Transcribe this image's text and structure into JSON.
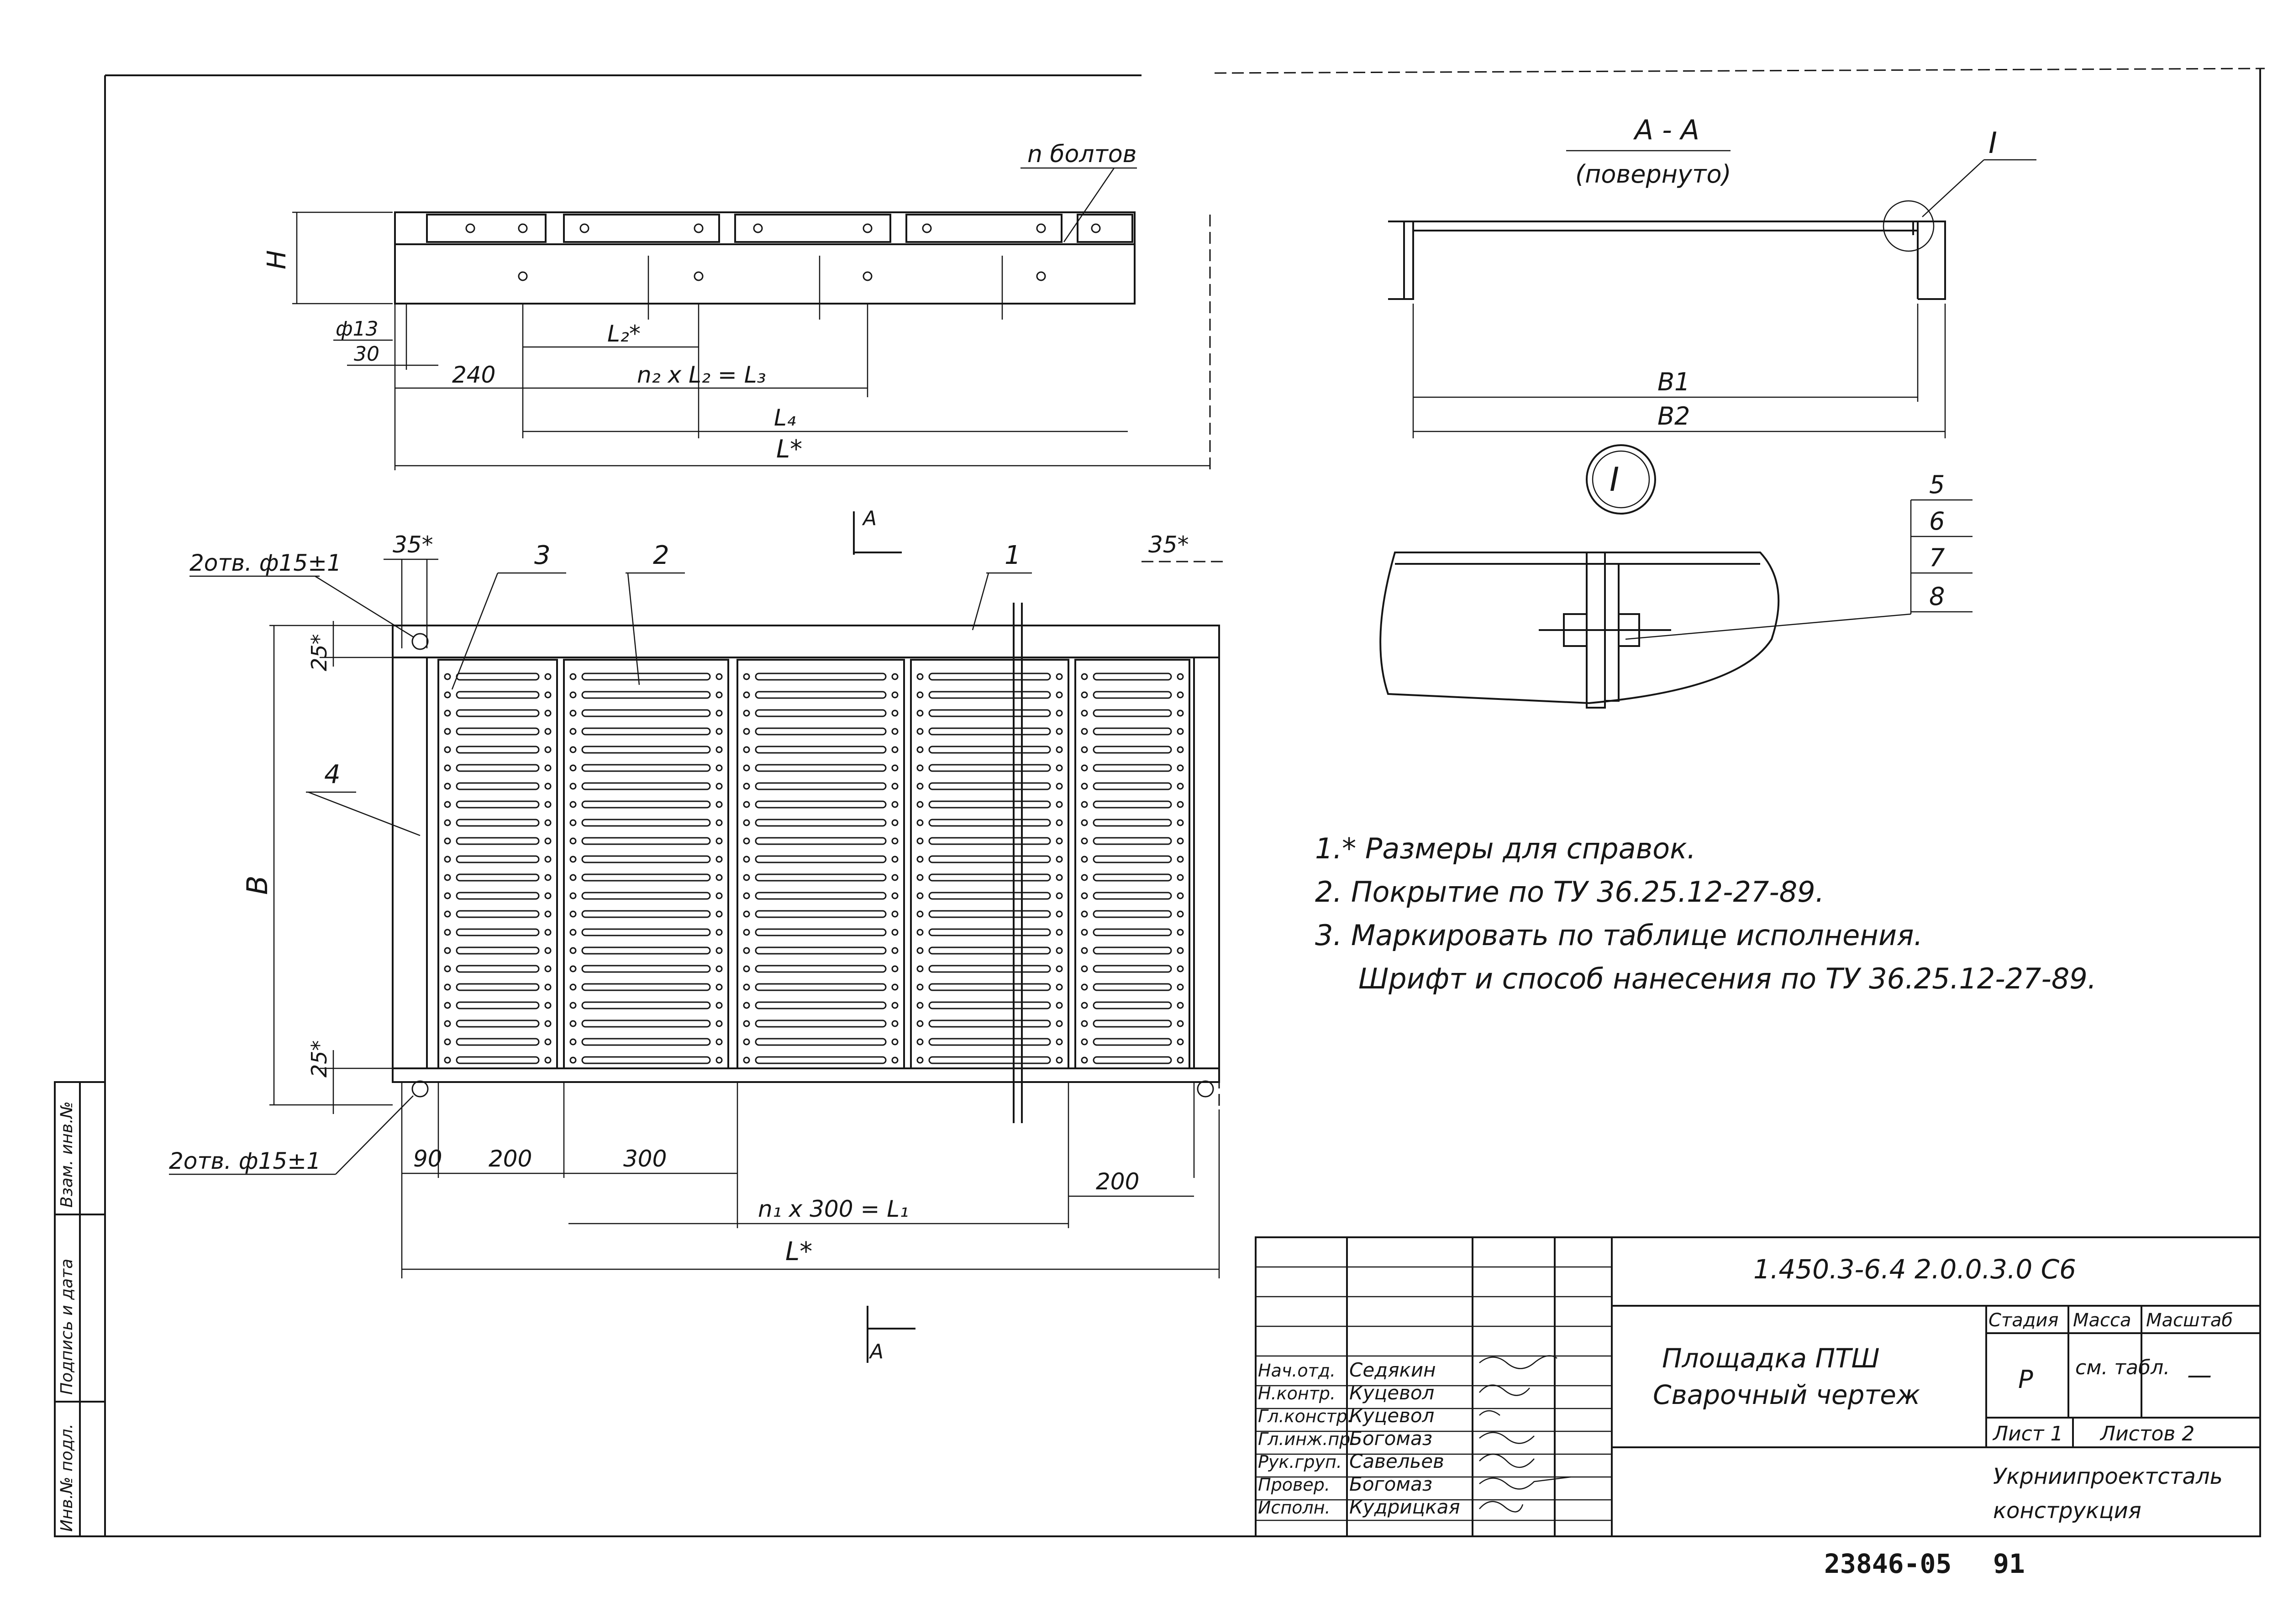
{
  "top_view": {
    "bolt_label": "n болтов",
    "h_label": "H",
    "hole_dia": "ф13",
    "offset_30": "30",
    "l2_label": "L₂*",
    "offset_240": "240",
    "n2_formula": "n₂ x L₂ = L₃",
    "l4_label": "L₄",
    "l_star": "L*"
  },
  "section_aa": {
    "title": "А - А",
    "subtitle": "(повернуто)",
    "callout": "I",
    "b1": "В1",
    "b2": "В2"
  },
  "detail_i": {
    "label": "I",
    "items": [
      "5",
      "6",
      "7",
      "8"
    ]
  },
  "plan_view": {
    "holes_top": "2отв. ф15±1",
    "holes_bottom": "2отв. ф15±1",
    "dim_35_left": "35*",
    "dim_35_right": "35*",
    "dim_25_top": "25*",
    "dim_25_bottom": "25*",
    "pos_1": "1",
    "pos_2": "2",
    "pos_3": "3",
    "pos_4": "4",
    "dim_b": "В",
    "section_mark": "А",
    "dim_90": "90",
    "dim_200a": "200",
    "dim_300": "300",
    "dim_200b": "200",
    "n1_formula": "n₁ x 300 = L₁",
    "l_star": "L*",
    "section_mark_bottom": "А"
  },
  "notes": [
    "1.* Размеры для справок.",
    "2. Покрытие по ТУ 36.25.12-27-89.",
    "3. Маркировать по таблице исполнения.",
    "Шрифт и способ нанесения по ТУ 36.25.12-27-89."
  ],
  "title_block": {
    "doc_code": "1.450.3-6.4   2.0.0.3.0 С6",
    "name_line1": "Площадка ПТШ",
    "name_line2": "Сварочный чертеж",
    "col_stage": "Стадия",
    "col_mass": "Масса",
    "col_scale": "Масштаб",
    "stage": "Р",
    "mass": "см. табл.",
    "scale": "—",
    "sheet": "Лист 1",
    "sheets": "Листов 2",
    "org_line1": "Укрниипроектсталь",
    "org_line2": "конструкция",
    "signers": [
      {
        "role": "Нач.отд.",
        "name": "Седякин"
      },
      {
        "role": "Н.контр.",
        "name": "Куцевол"
      },
      {
        "role": "Гл.констр.",
        "name": "Куцевол"
      },
      {
        "role": "Гл.инж.пр.",
        "name": "Богомаз"
      },
      {
        "role": "Рук.груп.",
        "name": "Савельев"
      },
      {
        "role": "Провер.",
        "name": "Богомаз"
      },
      {
        "role": "Исполн.",
        "name": "Кудрицкая"
      }
    ]
  },
  "side_stamp": {
    "inv_no": "Инв.№ подл.",
    "sign_date": "Подпись и дата",
    "inv_dup": "Взам. инв.№"
  },
  "footer": {
    "archive_no": "23846-05",
    "page": "91"
  }
}
